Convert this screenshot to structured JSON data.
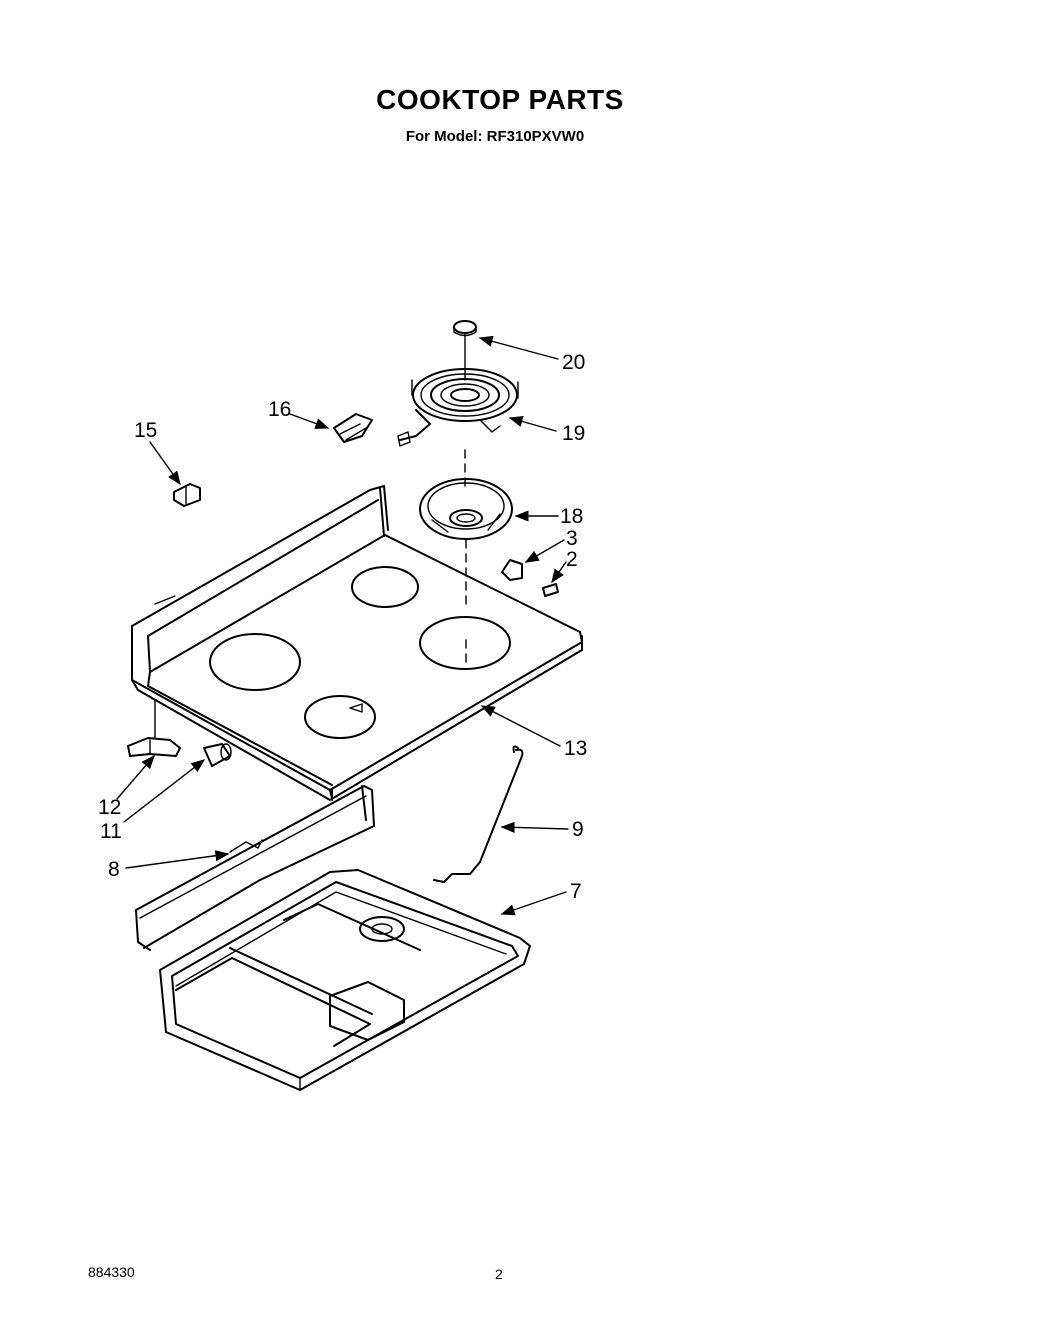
{
  "header": {
    "title": "COOKTOP PARTS",
    "subtitle": "For Model: RF310PXVW0"
  },
  "callouts": {
    "c20": "20",
    "c19": "19",
    "c16": "16",
    "c15": "15",
    "c18": "18",
    "c3": "3",
    "c2": "2",
    "c13": "13",
    "c12": "12",
    "c11": "11",
    "c9": "9",
    "c8": "8",
    "c7": "7"
  },
  "footer": {
    "code": "884330",
    "page": "2"
  }
}
